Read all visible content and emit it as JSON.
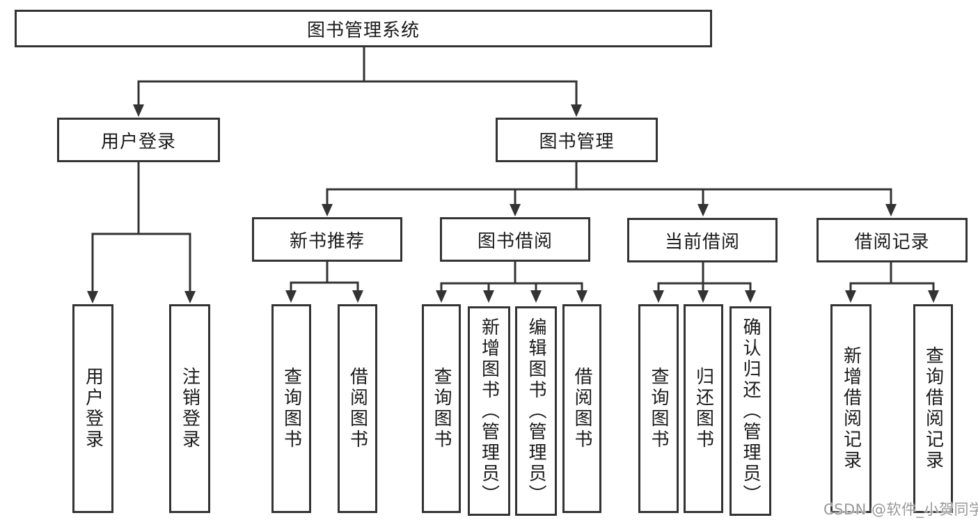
{
  "tree": {
    "root": {
      "label": "图书管理系统"
    },
    "branches": [
      {
        "label": "用户登录",
        "children": [
          {
            "label": "用户登录"
          },
          {
            "label": "注销登录"
          }
        ]
      },
      {
        "label": "图书管理",
        "children": [
          {
            "label": "新书推荐",
            "children": [
              {
                "label": "查询图书"
              },
              {
                "label": "借阅图书"
              }
            ]
          },
          {
            "label": "图书借阅",
            "children": [
              {
                "label": "查询图书"
              },
              {
                "label": "新增图书（管理员）"
              },
              {
                "label": "编辑图书（管理员）"
              },
              {
                "label": "借阅图书"
              }
            ]
          },
          {
            "label": "当前借阅",
            "children": [
              {
                "label": "查询图书"
              },
              {
                "label": "归还图书"
              },
              {
                "label": "确认归还（管理员）"
              }
            ]
          },
          {
            "label": "借阅记录",
            "children": [
              {
                "label": "新增借阅记录"
              },
              {
                "label": "查询借阅记录"
              }
            ]
          }
        ]
      }
    ]
  },
  "watermark": {
    "text": "CSDN @软件_小贺同学"
  },
  "colors": {
    "line": "#333333",
    "box_border": "#333333",
    "text": "#1a1a1a",
    "watermark": "#999999",
    "background": "#ffffff"
  }
}
